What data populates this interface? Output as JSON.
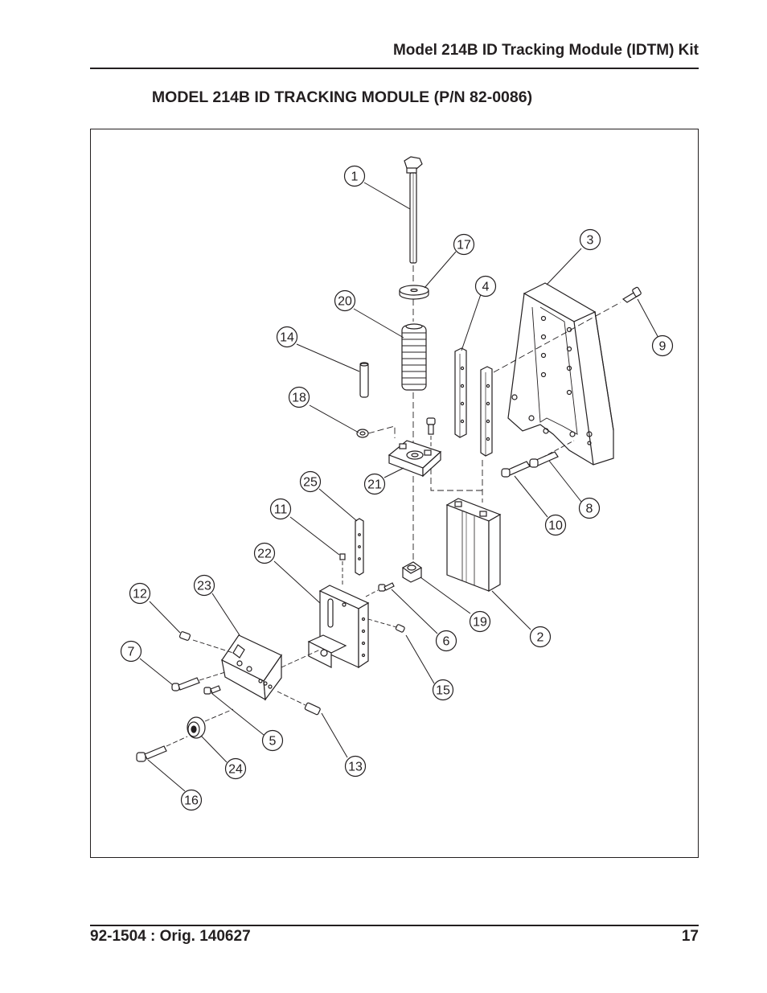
{
  "header": {
    "title": "Model 214B ID Tracking Module (IDTM) Kit"
  },
  "page_title": "MODEL 214B ID TRACKING MODULE (P/N 82-0086)",
  "callouts": [
    "1",
    "2",
    "3",
    "4",
    "5",
    "6",
    "7",
    "8",
    "9",
    "10",
    "11",
    "12",
    "13",
    "14",
    "15",
    "16",
    "17",
    "18",
    "19",
    "20",
    "21",
    "22",
    "23",
    "24",
    "25"
  ],
  "footer": {
    "doc_number": "92-1504 : Orig. 140627",
    "page_number": "17"
  }
}
